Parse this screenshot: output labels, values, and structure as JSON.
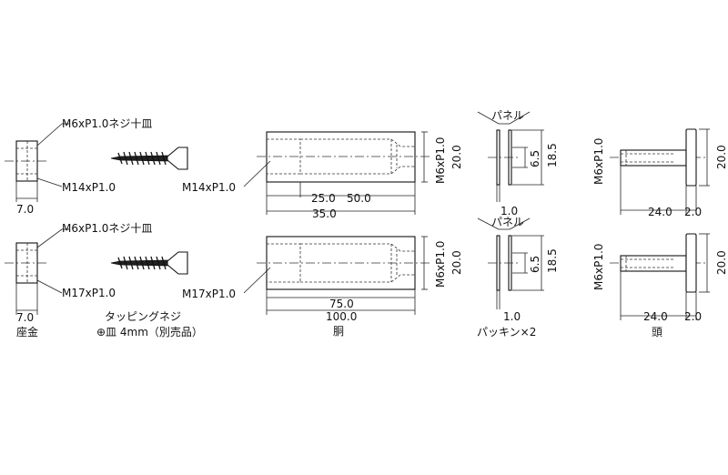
{
  "labels": {
    "thread_label_top_a": "M6xP1.0ネジ十皿",
    "thread_label_top_b": "M14xP1.0",
    "thread_label_bot_a": "M6xP1.0ネジ十皿",
    "thread_label_bot_b": "M17xP1.0",
    "body_thread_top": "M14xP1.0",
    "body_thread_bot": "M17xP1.0",
    "body_m6_top": "M6xP1.0",
    "body_m6_bot": "M6xP1.0",
    "head_m6_top": "M6xP1.0",
    "head_m6_bot": "M6xP1.0",
    "panel_top": "パネル",
    "panel_bot": "パネル"
  },
  "dims": {
    "washer_w_top": "7.0",
    "washer_w_bot": "7.0",
    "body_25": "25.0",
    "body_50": "50.0",
    "body_35": "35.0",
    "body_20_top": "20.0",
    "body_75": "75.0",
    "body_100": "100.0",
    "body_20_bot": "20.0",
    "pack_65_top": "6.5",
    "pack_185_top": "18.5",
    "pack_10_top": "1.0",
    "pack_65_bot": "6.5",
    "pack_185_bot": "18.5",
    "pack_10_bot": "1.0",
    "head_24_top": "24.0",
    "head_2_top": "2.0",
    "head_20_top": "20.0",
    "head_24_bot": "24.0",
    "head_2_bot": "2.0",
    "head_20_bot": "20.0"
  },
  "captions": {
    "washer": "座金",
    "screw_line1": "タッピングネジ",
    "screw_line2": "⊕皿 4mm（別売品）",
    "body": "胴",
    "packing": "パッキン×2",
    "head": "頭"
  }
}
